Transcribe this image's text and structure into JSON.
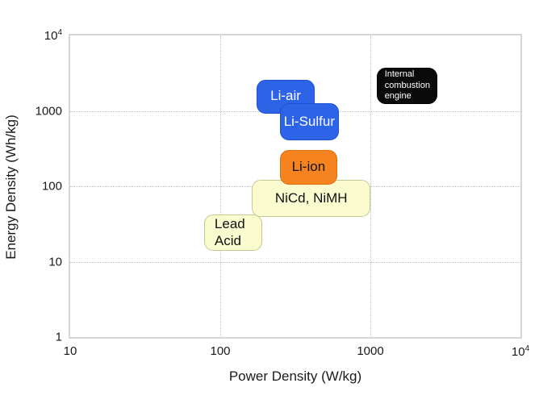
{
  "chart_data": {
    "type": "scatter",
    "variant": "labeled-region-boxes (Ragone plot)",
    "title": "",
    "xlabel": "Power Density (W/kg)",
    "ylabel": "Energy Density (Wh/kg)",
    "xscale": "log",
    "yscale": "log",
    "xlim": [
      10,
      10000
    ],
    "ylim": [
      1,
      10000
    ],
    "grid": "dotted major decade gridlines",
    "legend": "none",
    "x_ticks": [
      {
        "value": 10,
        "label": "10"
      },
      {
        "value": 100,
        "label": "100"
      },
      {
        "value": 1000,
        "label": "1000"
      },
      {
        "value": 10000,
        "label": "10",
        "sup": "4"
      }
    ],
    "y_ticks": [
      {
        "value": 10000,
        "label": "10",
        "sup": "4"
      },
      {
        "value": 1000,
        "label": "1000"
      },
      {
        "value": 100,
        "label": "100"
      },
      {
        "value": 10,
        "label": "10"
      },
      {
        "value": 1,
        "label": "1"
      }
    ],
    "grid_x_values": [
      100,
      1000
    ],
    "grid_y_values": [
      10,
      100,
      1000
    ],
    "regions": [
      {
        "name": "li-air",
        "lines": [
          "Li-air"
        ],
        "x_range": [
          175,
          425
        ],
        "y_range": [
          920,
          2600
        ],
        "fill": "#2c63e7",
        "border": "#1e50cf",
        "text_color": "#ffffff",
        "font_px": 17,
        "align": "center",
        "pad_left": 0
      },
      {
        "name": "li-sulfur",
        "lines": [
          "Li-Sulfur"
        ],
        "x_range": [
          250,
          615
        ],
        "y_range": [
          410,
          1260
        ],
        "fill": "#2c63e7",
        "border": "#1e50cf",
        "text_color": "#ffffff",
        "font_px": 17,
        "align": "center",
        "pad_left": 0
      },
      {
        "name": "lead-acid",
        "lines": [
          "Lead",
          "Acid"
        ],
        "x_range": [
          78,
          190
        ],
        "y_range": [
          14,
          42
        ],
        "fill": "#fbfbd0",
        "border": "#c8c893",
        "text_color": "#111111",
        "font_px": 17,
        "align": "left",
        "pad_left": 12
      },
      {
        "name": "nicd-nimh",
        "lines": [
          "NiCd, NiMH"
        ],
        "x_range": [
          163,
          1000
        ],
        "y_range": [
          39,
          122
        ],
        "fill": "#fbfbd0",
        "border": "#c8c893",
        "text_color": "#111111",
        "font_px": 17,
        "align": "center",
        "pad_left": 0
      },
      {
        "name": "li-ion",
        "lines": [
          "Li-ion"
        ],
        "x_range": [
          250,
          600
        ],
        "y_range": [
          105,
          305
        ],
        "fill": "#f5831f",
        "border": "#db6f10",
        "text_color": "#111111",
        "font_px": 17,
        "align": "center",
        "pad_left": 0
      },
      {
        "name": "internal-combustion-engine",
        "lines": [
          "Internal",
          "combustion",
          "engine"
        ],
        "x_range": [
          1100,
          2790
        ],
        "y_range": [
          1230,
          3780
        ],
        "fill": "#0a0a0a",
        "border": "#000000",
        "text_color": "#ffffff",
        "font_px": 11,
        "align": "left",
        "pad_left": 9
      }
    ],
    "colors": {
      "background": "#ffffff",
      "frame": "#d6d6da",
      "grid": "#bfbfbf",
      "tick_text": "#1a1a1a"
    }
  }
}
